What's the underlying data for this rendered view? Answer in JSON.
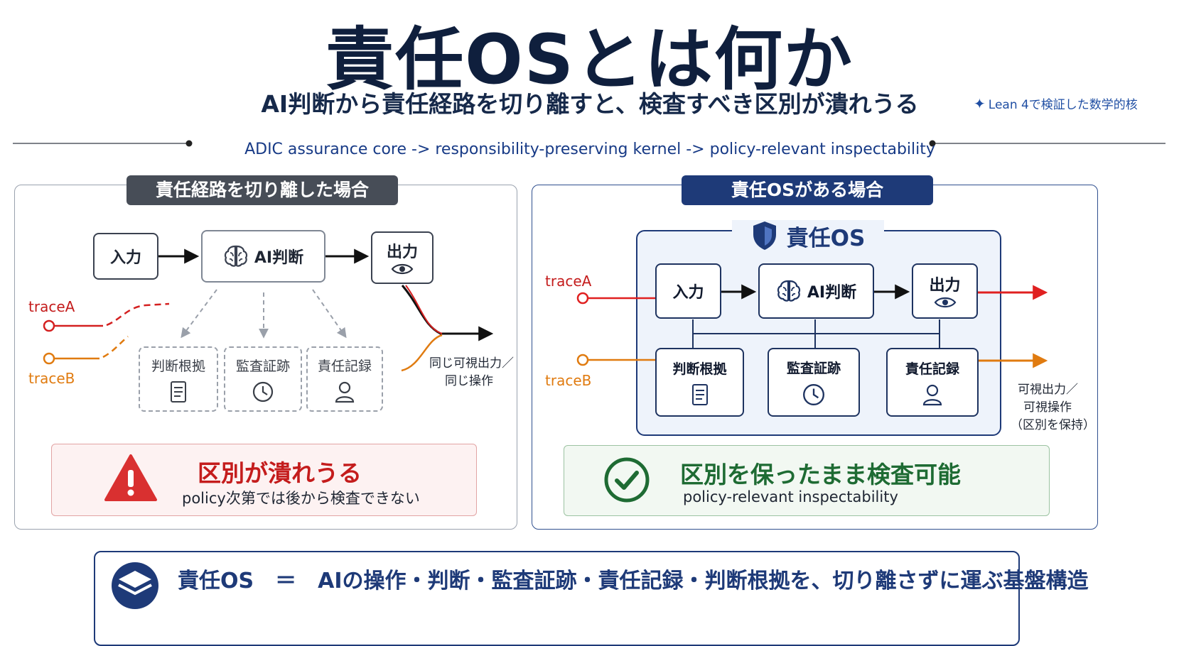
{
  "header": {
    "title": "責任OSとは何か",
    "subtitle": "AI判断から責任経路を切り離すと、検査すべき区別が潰れうる",
    "lean_note": "Lean 4で検証した数学的核",
    "pipeline": "ADIC assurance core -> responsibility-preserving kernel -> policy-relevant inspectability"
  },
  "left_panel": {
    "tag": "責任経路を切り離した場合",
    "input": "入力",
    "ai": "AI判断",
    "output": "出力",
    "trace_a": "traceA",
    "trace_b": "traceB",
    "items": [
      "判断根拠",
      "監査証跡",
      "責任記録"
    ],
    "same_output": "同じ可視出力／",
    "same_op": "同じ操作",
    "result_title": "区別が潰れうる",
    "result_sub": "policy次第では後から検査できない"
  },
  "right_panel": {
    "tag": "責任OSがある場合",
    "core_title": "責任OS",
    "input": "入力",
    "ai": "AI判断",
    "output": "出力",
    "trace_a": "traceA",
    "trace_b": "traceB",
    "items": [
      "判断根拠",
      "監査証跡",
      "責任記録"
    ],
    "visible_output": "可視出力／",
    "visible_op": "可視操作",
    "keep": "（区別を保持）",
    "result_title": "区別を保ったまま検査可能",
    "result_sub": "policy-relevant inspectability"
  },
  "bottom": {
    "text": "責任OS　＝　AIの操作・判断・監査証跡・責任記録・判断根拠を、切り離さずに運ぶ基盤構造"
  },
  "colors": {
    "navy": "#1e3a78",
    "gray_tag": "#474d57",
    "red": "#c41c1c",
    "orange": "#e07b10",
    "green": "#1e6b33"
  }
}
